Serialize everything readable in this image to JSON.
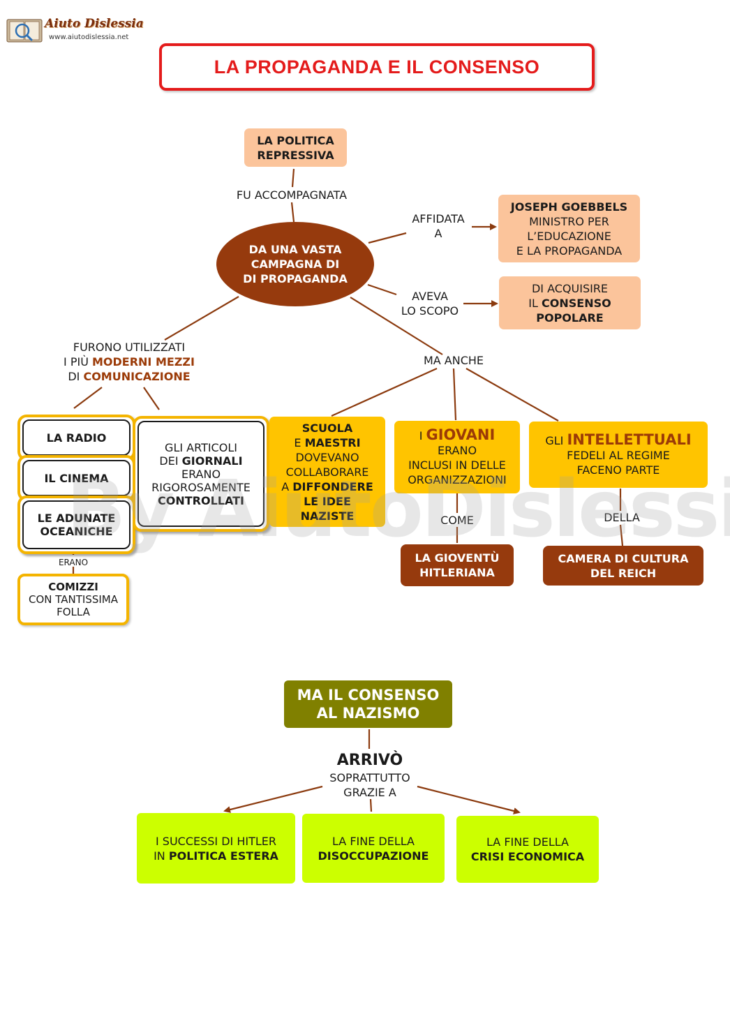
{
  "logo": {
    "title": "Aiuto Dislessia",
    "url": "www.aiutodislessia.net"
  },
  "watermark": "By AiutoDislessia.net",
  "title": "LA PROPAGANDA E IL CONSENSO",
  "colors": {
    "title_red": "#e41b1b",
    "brown": "#963a0d",
    "peach": "#fbc49b",
    "yellow": "#ffc400",
    "lime": "#ccff00",
    "olive": "#808000",
    "frame_gold": "#f4b400"
  },
  "nodes": {
    "politica": [
      "LA POLITICA",
      "REPRESSIVA"
    ],
    "campagna": [
      "DA UNA VASTA",
      "CAMPAGNA DI",
      "DI PROPAGANDA"
    ],
    "goebbels": {
      "name": "JOSEPH GOEBBELS",
      "lines": [
        "MINISTRO PER",
        "L’EDUCAZIONE",
        "E LA PROPAGANDA"
      ]
    },
    "scopo": {
      "l1": "DI ACQUISIRE",
      "l2a": "IL ",
      "l2b": "CONSENSO",
      "l3": "POPOLARE"
    },
    "radio": "LA RADIO",
    "cinema": "IL CINEMA",
    "adunate": [
      "LE ADUNATE",
      "OCEANICHE"
    ],
    "comizi": {
      "bold": "COMIZZI",
      "lines": [
        "CON TANTISSIMA",
        "FOLLA"
      ]
    },
    "giornali": {
      "l1": "GLI ARTICOLI",
      "l2a": "DEI ",
      "l2b": "GIORNALI",
      "l3": "ERANO",
      "l4": "RIGOROSAMENTE",
      "l5": "CONTROLLATI"
    },
    "scuola": {
      "l1": "SCUOLA",
      "l2a": "E ",
      "l2b": "MAESTRI",
      "l3": "DOVEVANO",
      "l4": "COLLABORARE",
      "l5a": "A ",
      "l5b": "DIFFONDERE",
      "l6": "LE IDEE",
      "l7": "NAZISTE"
    },
    "giovani": {
      "l1a": "I ",
      "l1b": "GIOVANI",
      "l2": "ERANO",
      "l3": "INCLUSI IN DELLE",
      "l4": "ORGANIZZAZIONI"
    },
    "intellettuali": {
      "l1a": "GLI ",
      "l1b": "INTELLETTUALI",
      "l2": "FEDELI AL REGIME",
      "l3": "FACENO PARTE"
    },
    "gioventu": [
      "LA GIOVENTÙ",
      "HITLERIANA"
    ],
    "camera": [
      "CAMERA DI CULTURA",
      "DEL REICH"
    ],
    "consenso": [
      "MA IL CONSENSO",
      "AL NAZISMO"
    ],
    "successi": {
      "l1": "I SUCCESSI DI HITLER",
      "l2a": "IN ",
      "l2b": "POLITICA ESTERA"
    },
    "disoccupazione": {
      "l1": "LA FINE DELLA",
      "l2": "DISOCCUPAZIONE"
    },
    "crisi": {
      "l1": "LA FINE DELLA",
      "l2": "CRISI ECONOMICA"
    }
  },
  "labels": {
    "fu_accompagnata": "FU ACCOMPAGNATA",
    "affidata": [
      "AFFIDATA",
      "A"
    ],
    "aveva": [
      "AVEVA",
      "LO SCOPO"
    ],
    "furono": {
      "l1": "FURONO UTILIZZATI",
      "l2a": "I PIÙ ",
      "l2b": "MODERNI MEZZI",
      "l3a": "DI ",
      "l3b": "COMUNICAZIONE"
    },
    "ma_anche": "MA ANCHE",
    "erano": "ERANO",
    "come": "COME",
    "della": "DELLA",
    "arrivo": "ARRIVÒ",
    "soprattutto": [
      "SOPRATTUTTO",
      "GRAZIE A"
    ]
  }
}
